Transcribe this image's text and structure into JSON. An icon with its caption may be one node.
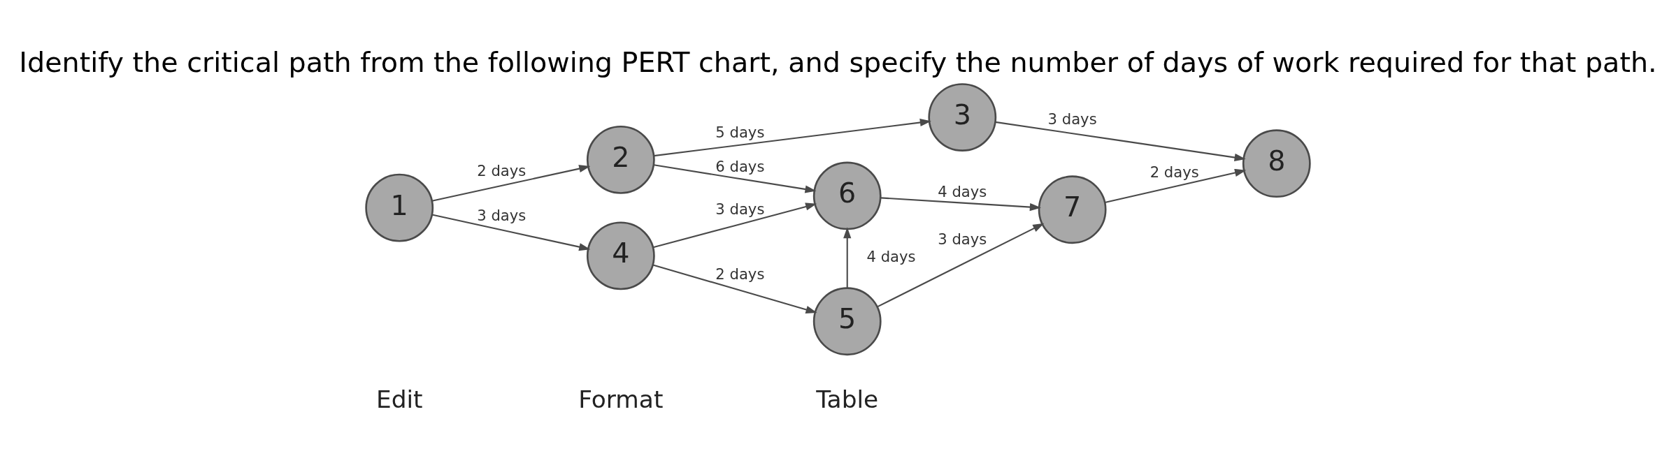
{
  "diagram": {
    "title": "Identify the critical path from the following PERT chart, and specify the number of days of work required for that path.",
    "nodes": [
      {
        "text": [
          "1"
        ]
      },
      {
        "text": [
          "2"
        ]
      },
      {
        "text": [
          "3"
        ]
      },
      {
        "text": [
          "4"
        ]
      },
      {
        "text": [
          "5"
        ]
      },
      {
        "text": [
          "6"
        ]
      },
      {
        "text": [
          "7"
        ]
      },
      {
        "text": [
          "8"
        ]
      }
    ],
    "edges": [
      {
        "from": 0,
        "to": 1,
        "arrow": "to",
        "label": "2 days"
      },
      {
        "from": 0,
        "to": 3,
        "arrow": "to",
        "label": "3 days"
      },
      {
        "from": 1,
        "to": 2,
        "arrow": "to",
        "label": "5 days"
      },
      {
        "from": 1,
        "to": 5,
        "arrow": "to",
        "label": "6 days"
      },
      {
        "from": 2,
        "to": 7,
        "arrow": "to",
        "label": "3 days"
      },
      {
        "from": 3,
        "to": 5,
        "arrow": "to",
        "label": "3 days"
      },
      {
        "from": 3,
        "to": 4,
        "arrow": "to",
        "label": "2 days"
      },
      {
        "from": 4,
        "to": 5,
        "arrow": "to",
        "label": "4 days"
      },
      {
        "from": 4,
        "to": 6,
        "arrow": "to",
        "label": "3 days"
      },
      {
        "from": 5,
        "to": 6,
        "arrow": "to",
        "label": "4 days"
      },
      {
        "from": 6,
        "to": 7,
        "arrow": "to",
        "label": "2 days"
      }
    ],
    "labels": [
      "Edit",
      "Format",
      "Table"
    ]
  }
}
